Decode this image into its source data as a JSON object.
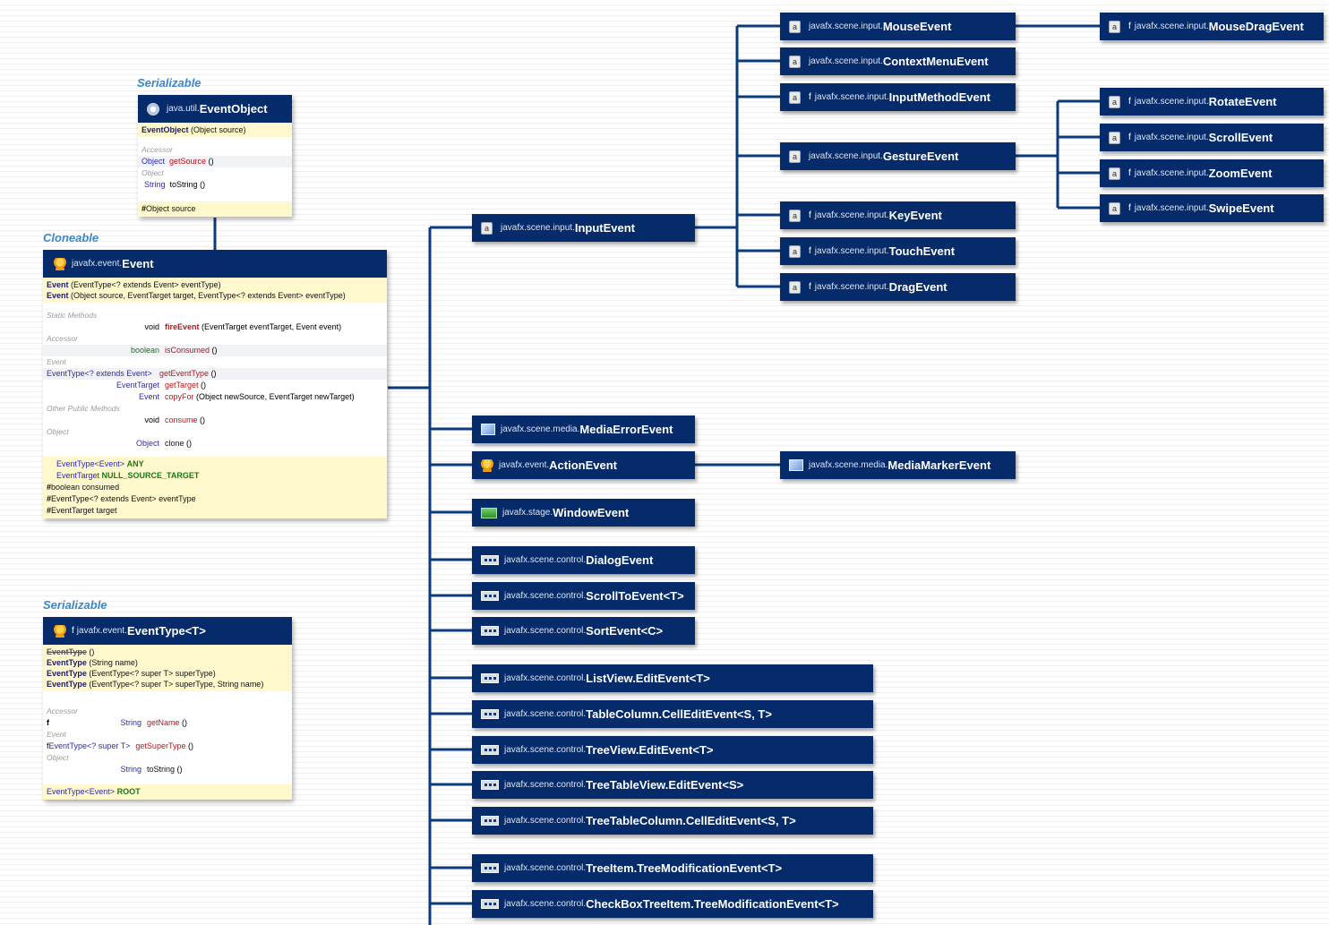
{
  "interfaces": {
    "serializable_top": "Serializable",
    "cloneable": "Cloneable",
    "serializable_bottom": "Serializable"
  },
  "event_object": {
    "package": "java.util.",
    "name": "EventObject",
    "constructor_name": "EventObject",
    "constructor_args": "(Object source)",
    "section_accessor": "Accessor",
    "get_source_type": "Object",
    "get_source_name": "getSource",
    "get_source_args": "()",
    "section_object": "Object",
    "to_string_type": "String",
    "to_string_name": "toString",
    "to_string_args": "()",
    "field_marker": "#",
    "field": "Object source"
  },
  "event": {
    "package": "javafx.event.",
    "name": "Event",
    "ctor1_name": "Event",
    "ctor1_args": "(EventType<? extends Event> eventType)",
    "ctor2_name": "Event",
    "ctor2_args": "(Object source, EventTarget target, EventType<? extends Event> eventType)",
    "sec_static": "Static Methods",
    "m1_type": "void",
    "m1_name": "fireEvent",
    "m1_args": "(EventTarget eventTarget, Event event)",
    "sec_accessor": "Accessor",
    "m2_type": "boolean",
    "m2_name": "isConsumed",
    "m2_args": "()",
    "sec_event": "Event",
    "m3_type": "EventType<? extends Event>",
    "m3_name": "getEventType",
    "m3_args": "()",
    "m4_type": "EventTarget",
    "m4_name": "getTarget",
    "m4_args": "()",
    "m5_type": "Event",
    "m5_name": "copyFor",
    "m5_args": "(Object newSource, EventTarget newTarget)",
    "sec_other": "Other Public Methods",
    "m6_type": "void",
    "m6_name": "consume",
    "m6_args": "()",
    "sec_object": "Object",
    "m7_type": "Object",
    "m7_name": "clone",
    "m7_args": "()",
    "f1_type": "EventType<Event>",
    "f1_name": "ANY",
    "f2_type": "EventTarget",
    "f2_name": "NULL_SOURCE_TARGET",
    "f3": "boolean consumed",
    "f4": "EventType<? extends Event> eventType",
    "f5": "EventTarget target",
    "field_marker": "#"
  },
  "event_type": {
    "final_mark": "f",
    "package": "javafx.event.",
    "name": "EventType<T>",
    "ctor1": "EventType",
    "ctor1_args": "()",
    "ctor2": "EventType",
    "ctor2_args": "(String name)",
    "ctor3": "EventType",
    "ctor3_args": "(EventType<? super T> superType)",
    "ctor4": "EventType",
    "ctor4_args": "(EventType<? super T> superType, String name)",
    "sec_accessor": "Accessor",
    "m1_type": "String",
    "m1_name": "getName",
    "m1_args": "()",
    "sec_event": "Event",
    "m2_type": "EventType<? super T>",
    "m2_name": "getSuperType",
    "m2_args": "()",
    "sec_object": "Object",
    "m3_type": "String",
    "m3_name": "toString",
    "m3_args": "()",
    "f1_type": "EventType<Event>",
    "f1_name": "ROOT"
  },
  "nodes": {
    "input_event": {
      "package": "javafx.scene.input.",
      "name": "InputEvent"
    },
    "mouse_event": {
      "package": "javafx.scene.input.",
      "name": "MouseEvent"
    },
    "mouse_drag_event": {
      "package": "javafx.scene.input.",
      "name": "MouseDragEvent"
    },
    "context_menu_event": {
      "package": "javafx.scene.input.",
      "name": "ContextMenuEvent"
    },
    "input_method_event": {
      "package": "javafx.scene.input.",
      "name": "InputMethodEvent"
    },
    "gesture_event": {
      "package": "javafx.scene.input.",
      "name": "GestureEvent"
    },
    "rotate_event": {
      "package": "javafx.scene.input.",
      "name": "RotateEvent"
    },
    "scroll_event": {
      "package": "javafx.scene.input.",
      "name": "ScrollEvent"
    },
    "zoom_event": {
      "package": "javafx.scene.input.",
      "name": "ZoomEvent"
    },
    "swipe_event": {
      "package": "javafx.scene.input.",
      "name": "SwipeEvent"
    },
    "key_event": {
      "package": "javafx.scene.input.",
      "name": "KeyEvent"
    },
    "touch_event": {
      "package": "javafx.scene.input.",
      "name": "TouchEvent"
    },
    "drag_event": {
      "package": "javafx.scene.input.",
      "name": "DragEvent"
    },
    "media_error_event": {
      "package": "javafx.scene.media.",
      "name": "MediaErrorEvent"
    },
    "action_event": {
      "package": "javafx.event.",
      "name": "ActionEvent"
    },
    "media_marker_event": {
      "package": "javafx.scene.media.",
      "name": "MediaMarkerEvent"
    },
    "window_event": {
      "package": "javafx.stage.",
      "name": "WindowEvent"
    },
    "dialog_event": {
      "package": "javafx.scene.control.",
      "name": "DialogEvent"
    },
    "scroll_to_event": {
      "package": "javafx.scene.control.",
      "name": "ScrollToEvent<T>"
    },
    "sort_event": {
      "package": "javafx.scene.control.",
      "name": "SortEvent<C>"
    },
    "listview_edit_event": {
      "package": "javafx.scene.control.",
      "name": "ListView.EditEvent<T>"
    },
    "tablecolumn_celledit_event": {
      "package": "javafx.scene.control.",
      "name": "TableColumn.CellEditEvent<S, T>"
    },
    "treeview_edit_event": {
      "package": "javafx.scene.control.",
      "name": "TreeView.EditEvent<T>"
    },
    "treetableview_edit_event": {
      "package": "javafx.scene.control.",
      "name": "TreeTableView.EditEvent<S>"
    },
    "treetablecolumn_celledit_event": {
      "package": "javafx.scene.control.",
      "name": "TreeTableColumn.CellEditEvent<S, T>"
    },
    "treeitem_modification_event": {
      "package": "javafx.scene.control.",
      "name": "TreeItem.TreeModificationEvent<T>"
    },
    "checkboxtreeitem_modification_event": {
      "package": "javafx.scene.control.",
      "name": "CheckBoxTreeItem.TreeModificationEvent<T>"
    }
  },
  "marks": {
    "final": "f",
    "abstract": "a"
  },
  "colors": {
    "node_bg": "#062b6b",
    "connector": "#0a3b7c",
    "interface_label": "#3c86c9",
    "constructor_bg": "#fff8cc",
    "method_name": "#b8141a",
    "type_blue": "#2b2ab0",
    "field_green": "#167a16"
  }
}
